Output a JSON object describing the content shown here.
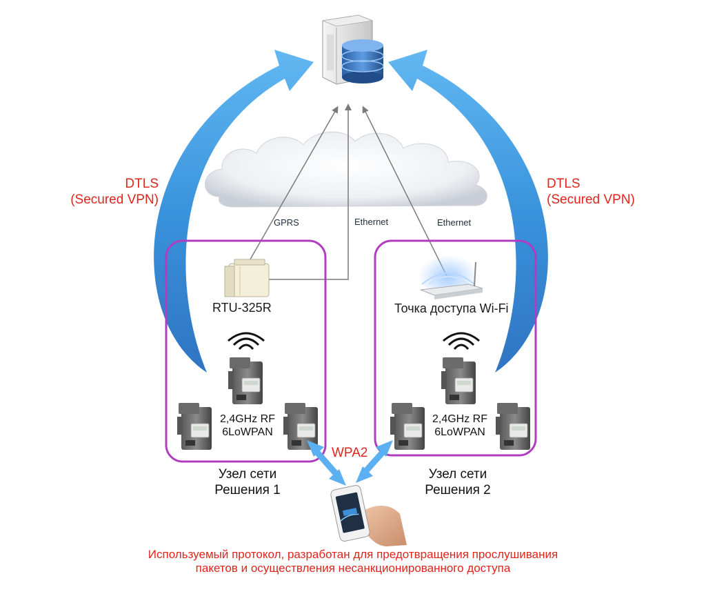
{
  "dtls_left": {
    "line1": "DTLS",
    "line2": "(Secured VPN)"
  },
  "dtls_right": {
    "line1": "DTLS",
    "line2": "(Secured VPN)"
  },
  "links": {
    "gprs": "GPRS",
    "ethernet_left": "Ethernet",
    "ethernet_right": "Ethernet"
  },
  "solution1": {
    "gateway_label": "RTU-325R",
    "rf_line1": "2,4GHz RF",
    "rf_line2": "6LoWPAN",
    "node_line1": "Узел сети",
    "node_line2": "Решения 1"
  },
  "solution2": {
    "gateway_label": "Точка доступа Wi-Fi",
    "rf_line1": "2,4GHz RF",
    "rf_line2": "6LoWPAN",
    "node_line1": "Узел сети",
    "node_line2": "Решения 2"
  },
  "wpa2": "WPA2",
  "footnote": {
    "line1": "Используемый протокол, разработан для предотвращения  прослушивания",
    "line2": "пакетов и осуществления несанкционированного доступа"
  },
  "colors": {
    "accent_red": "#e0241b",
    "frame_purple": "#b03cc0",
    "arrow_blue": "#3c95dc",
    "line_gray": "#7a7a7a"
  }
}
